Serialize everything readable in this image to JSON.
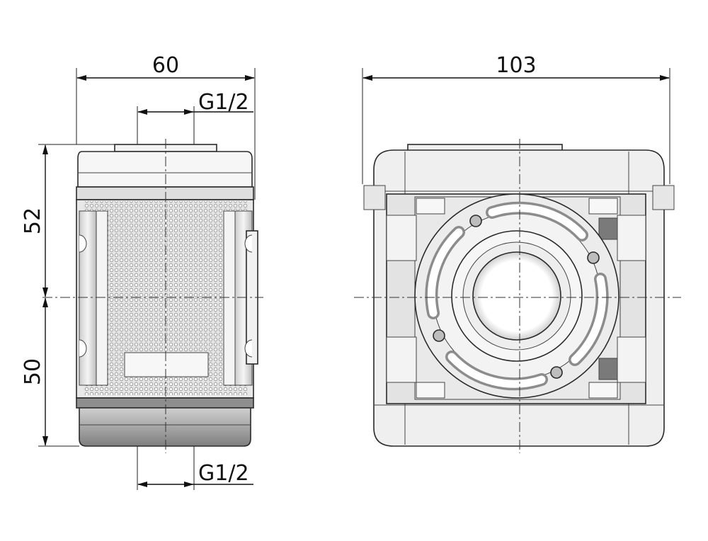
{
  "dimensions": {
    "side_width": "60",
    "front_width": "103",
    "port_top": "G1/2",
    "port_bottom": "G1/2",
    "upper_height": "52",
    "lower_height": "50"
  },
  "colors": {
    "line": "#111111",
    "body_light": "#f4f4f4",
    "body_mid": "#dcdcdc",
    "body_dark": "#9a9a9a",
    "face": "#ebebeb"
  }
}
